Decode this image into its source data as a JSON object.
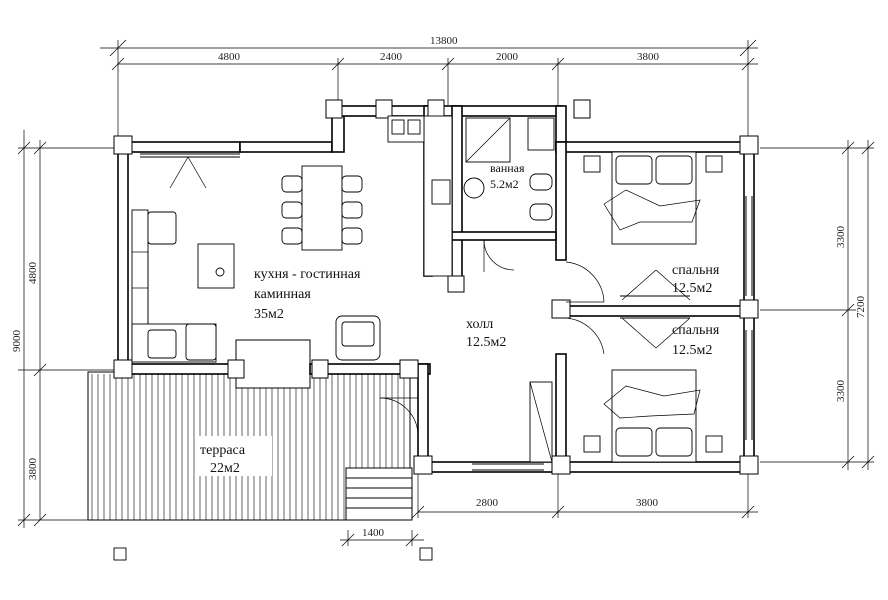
{
  "dimensions": {
    "top_total": "13800",
    "top_segments": [
      "4800",
      "2400",
      "2000",
      "3800"
    ],
    "left_total": "9000",
    "left_segments": [
      "4800",
      "3800"
    ],
    "right_total": "7200",
    "right_segments": [
      "3300",
      "3300"
    ],
    "bottom_segments": [
      "2800",
      "3800"
    ],
    "stairs_width": "1400"
  },
  "rooms": {
    "kitchen": {
      "name": "кухня - гостинная",
      "name2": "каминная",
      "area": "35м2"
    },
    "bathroom": {
      "name": "ванная",
      "area": "5.2м2"
    },
    "bedroom1": {
      "name": "спальня",
      "area": "12.5м2"
    },
    "bedroom2": {
      "name": "спальня",
      "area": "12.5м2"
    },
    "hall": {
      "name": "холл",
      "area": "12.5м2"
    },
    "terrace": {
      "name": "терраса",
      "area": "22м2"
    }
  }
}
